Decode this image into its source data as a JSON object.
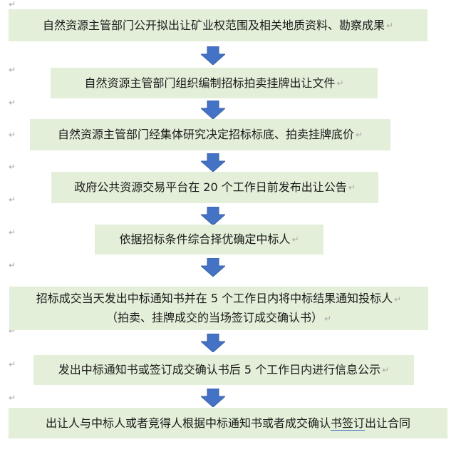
{
  "paragraph_mark": "↵",
  "arrow_color": "#4472c4",
  "box_color": "#e3efd9",
  "steps": [
    {
      "text": "自然资源主管部门公开拟出让矿业权范围及相关地质资料、勘察成果"
    },
    {
      "text": "自然资源主管部门组织编制招标拍卖挂牌出让文件"
    },
    {
      "text": "自然资源主管部门经集体研究决定招标标底、拍卖挂牌底价"
    },
    {
      "text": "政府公共资源交易平台在 20 个工作日前发布出让公告"
    },
    {
      "text": "依据招标条件综合择优确定中标人"
    },
    {
      "line1": "招标成交当天发出中标通知书并在 5 个工作日内将中标结果通知投标人",
      "line2": "（拍卖、挂牌成交的当场签订成交确认书）"
    },
    {
      "text": "发出中标通知书或签订成交确认书后 5 个工作日内进行信息公示"
    },
    {
      "pre": "出让人与中标人或者竞得人根据中标通知书或者成交确认",
      "underlined": "书签订",
      "post": "出让合同"
    }
  ]
}
